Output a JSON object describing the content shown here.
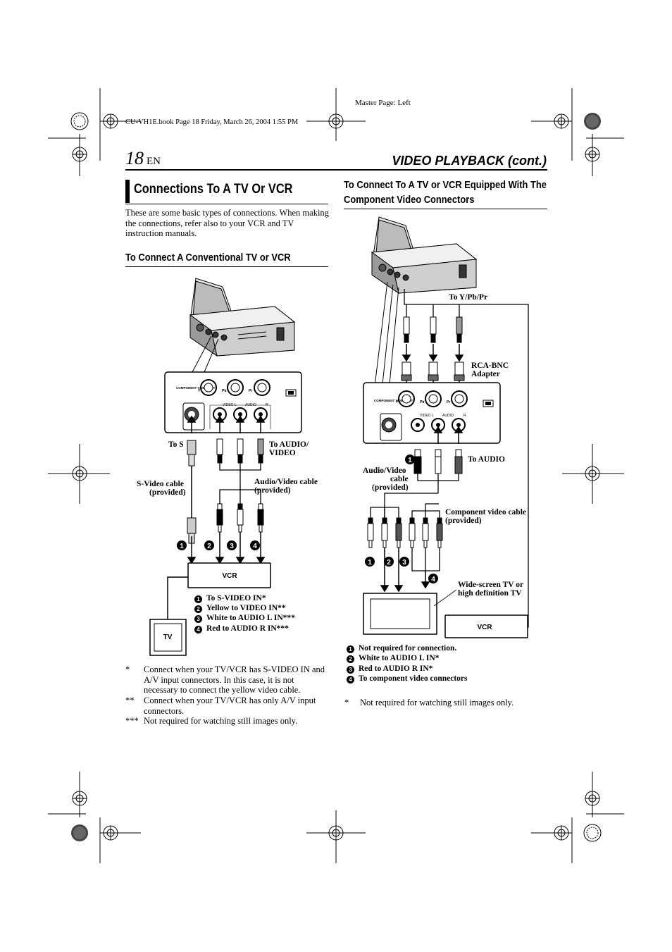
{
  "header": {
    "master_page": "Master Page: Left",
    "book_info": "CU-VH1E.book  Page 18  Friday, March 26, 2004  1:55 PM",
    "page_number": "18",
    "lang": "EN",
    "section_title": "VIDEO PLAYBACK (cont.)"
  },
  "left": {
    "title": "Connections To A TV Or VCR",
    "intro": "These are some basic types of connections. When making the connections, refer also to your VCR and TV instruction manuals.",
    "subtitle": "To Connect A Conventional TV or VCR",
    "diagram": {
      "panel_component": "COMPONENT VIDEO OUT",
      "panel_y": "Y",
      "panel_pb": "Pb",
      "panel_pr": "Pr",
      "panel_s": "S",
      "panel_video_l": "VIDEO L",
      "panel_audio": "AUDIO",
      "panel_r": "R",
      "to_s": "To S",
      "to_audio_video_1": "To AUDIO/",
      "to_audio_video_2": "VIDEO",
      "svideo_cable_1": "S-Video cable",
      "svideo_cable_2": "(provided)",
      "av_cable_1": "Audio/Video cable",
      "av_cable_2": "(provided)",
      "vcr": "VCR",
      "tv": "TV",
      "n1": "1",
      "n2": "2",
      "n3": "3",
      "n4": "4"
    },
    "legend": [
      {
        "num": "1",
        "text": "To S-VIDEO IN*"
      },
      {
        "num": "2",
        "text": "Yellow to VIDEO IN**"
      },
      {
        "num": "3",
        "text": "White to AUDIO L IN***"
      },
      {
        "num": "4",
        "text": "Red to AUDIO R IN***"
      }
    ],
    "notes": [
      {
        "mark": "*",
        "text": "Connect when your TV/VCR has S-VIDEO IN and A/V input connectors. In this case, it is not necessary to connect the yellow video cable."
      },
      {
        "mark": "**",
        "text": "Connect when your TV/VCR has only A/V input connectors."
      },
      {
        "mark": "***",
        "text": "Not required for watching still images only."
      }
    ]
  },
  "right": {
    "title_line1": "To Connect To A TV or VCR Equipped With The",
    "title_line2": "Component Video Connectors",
    "diagram": {
      "to_ypbpr": "To Y/Pb/Pr",
      "rca_bnc_1": "RCA-BNC",
      "rca_bnc_2": "Adapter",
      "to_audio": "To AUDIO",
      "av_cable_1": "Audio/Video",
      "av_cable_2": "cable",
      "av_cable_3": "(provided)",
      "comp_cable_1": "Component video cable",
      "comp_cable_2": "(provided)",
      "widescreen_1": "Wide-screen TV or",
      "widescreen_2": "high definition TV",
      "vcr": "VCR",
      "n1": "1",
      "n2": "2",
      "n3": "3",
      "n4": "4"
    },
    "legend": [
      {
        "num": "1",
        "text": "Not required for connection."
      },
      {
        "num": "2",
        "text": "White to AUDIO L IN*"
      },
      {
        "num": "3",
        "text": "Red to AUDIO R IN*"
      },
      {
        "num": "4",
        "text": "To component video connectors"
      }
    ],
    "note": {
      "mark": "*",
      "text": "Not required for watching still images only."
    }
  }
}
